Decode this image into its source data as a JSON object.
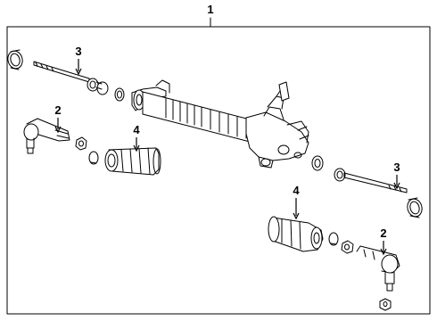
{
  "diagram": {
    "callouts": {
      "rack_assembly": "1",
      "tie_rod_end_left": "2",
      "tie_rod_end_right": "2",
      "inner_tie_rod_left": "3",
      "inner_tie_rod_right": "3",
      "boot_left": "4",
      "boot_right": "4"
    },
    "colors": {
      "line": "#000000",
      "background": "#ffffff"
    }
  }
}
